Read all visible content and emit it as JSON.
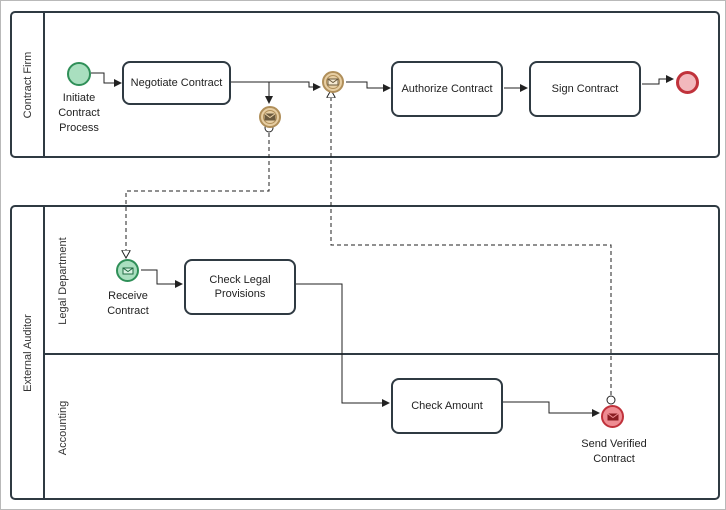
{
  "pools": {
    "contract_firm": {
      "label": "Contract Firm"
    },
    "external_auditor": {
      "label": "External Auditor",
      "lanes": {
        "legal": "Legal Department",
        "accounting": "Accounting"
      }
    }
  },
  "tasks": {
    "negotiate": "Negotiate Contract",
    "authorize": "Authorize Contract",
    "sign": "Sign Contract",
    "check_legal": "Check Legal Provisions",
    "check_amount": "Check Amount"
  },
  "events": {
    "start": "Initiate Contract Process",
    "receive": "Receive Contract",
    "send_verified": "Send Verified Contract"
  },
  "colors": {
    "start_fill": "#a9dfbf",
    "end_fill": "#f2b8bd",
    "message_intermediate_fill": "#e7cea3",
    "message_throw_fill": "#ef8d93",
    "stroke": "#2f3a42"
  }
}
